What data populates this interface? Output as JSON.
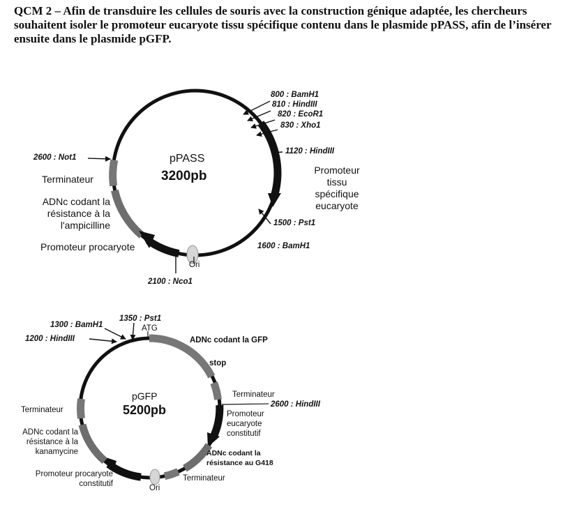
{
  "question": "QCM 2 – Afin de transduire les cellules de souris avec la construction génique adaptée, les chercheurs souhaitent isoler le promoteur eucaryote tissu spécifique contenu dans le plasmide pPASS, afin de l’insérer ensuite dans le plasmide pGFP.",
  "ppass": {
    "name": "pPASS",
    "size": "3200pb",
    "sites": {
      "bamh1_800": "800 : BamH1",
      "hind_810": "810 : HindIII",
      "ecor1_820": "820 : EcoR1",
      "xho1_830": "830 : Xho1",
      "hind_1120": "1120 : HindIII",
      "pst1_1500": "1500 : Pst1",
      "bamh1_1600": "1600 : BamH1",
      "nco1_2100": "2100 : Nco1",
      "not1_2600": "2600 : Not1"
    },
    "features": {
      "promoteur_l1": "Promoteur",
      "promoteur_l2": "tissu",
      "promoteur_l3": "spécifique",
      "promoteur_l4": "eucaryote",
      "terminateur": "Terminateur",
      "adnc_l1": "ADNc codant la",
      "adnc_l2": "résistance à la",
      "adnc_l3": "l'ampicilline",
      "prom_proc": "Promoteur procaryote",
      "ori": "Ori"
    }
  },
  "pgfp": {
    "name": "pGFP",
    "size": "5200pb",
    "sites": {
      "bamh1_1300": "1300 : BamH1",
      "pst1_1350": "1350 : Pst1",
      "hind_1200": "1200 : HindIII",
      "hind_2600": "2600 : HindIII"
    },
    "features": {
      "atg": "ATG",
      "adnc_gfp": "ADNc codant la GFP",
      "stop": "stop",
      "terminateur_r": "Terminateur",
      "prom_euc_l1": "Promoteur",
      "prom_euc_l2": "eucaryote",
      "prom_euc_l3": "constitutif",
      "g418_l1": "ADNc codant la",
      "g418_l2": "résistance au G418",
      "terminateur_b": "Terminateur",
      "ori": "Ori",
      "prom_proc_l1": "Promoteur procaryote",
      "prom_proc_l2": "constitutif",
      "kana_l1": "ADNc codant la",
      "kana_l2": "résistance à la",
      "kana_l3": "kanamycine",
      "terminateur_l": "Terminateur"
    }
  }
}
